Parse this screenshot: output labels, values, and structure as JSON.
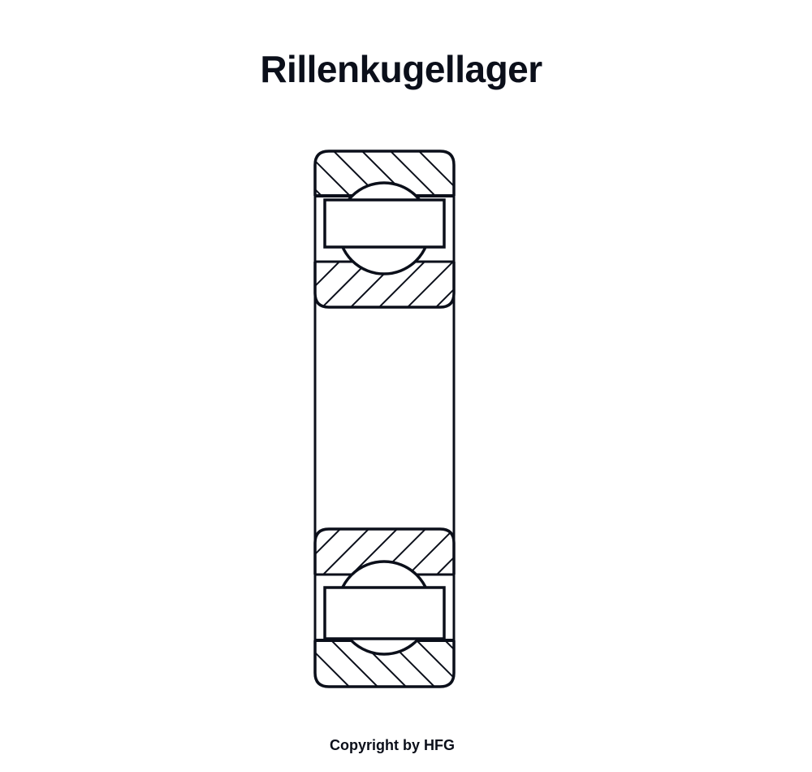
{
  "title": "Rillenkugellager",
  "copyright": "Copyright by HFG",
  "diagram": {
    "subject": "deep groove ball bearing cross-section",
    "components": [
      {
        "name": "outer-ring-top",
        "hatch": "backslash"
      },
      {
        "name": "ball-top"
      },
      {
        "name": "cage-top"
      },
      {
        "name": "inner-ring-top",
        "hatch": "slash"
      },
      {
        "name": "bore"
      },
      {
        "name": "inner-ring-bottom",
        "hatch": "slash"
      },
      {
        "name": "ball-bottom"
      },
      {
        "name": "cage-bottom"
      },
      {
        "name": "outer-ring-bottom",
        "hatch": "backslash"
      }
    ],
    "colors": {
      "stroke": "#0b0f1a",
      "background": "#ffffff"
    }
  }
}
